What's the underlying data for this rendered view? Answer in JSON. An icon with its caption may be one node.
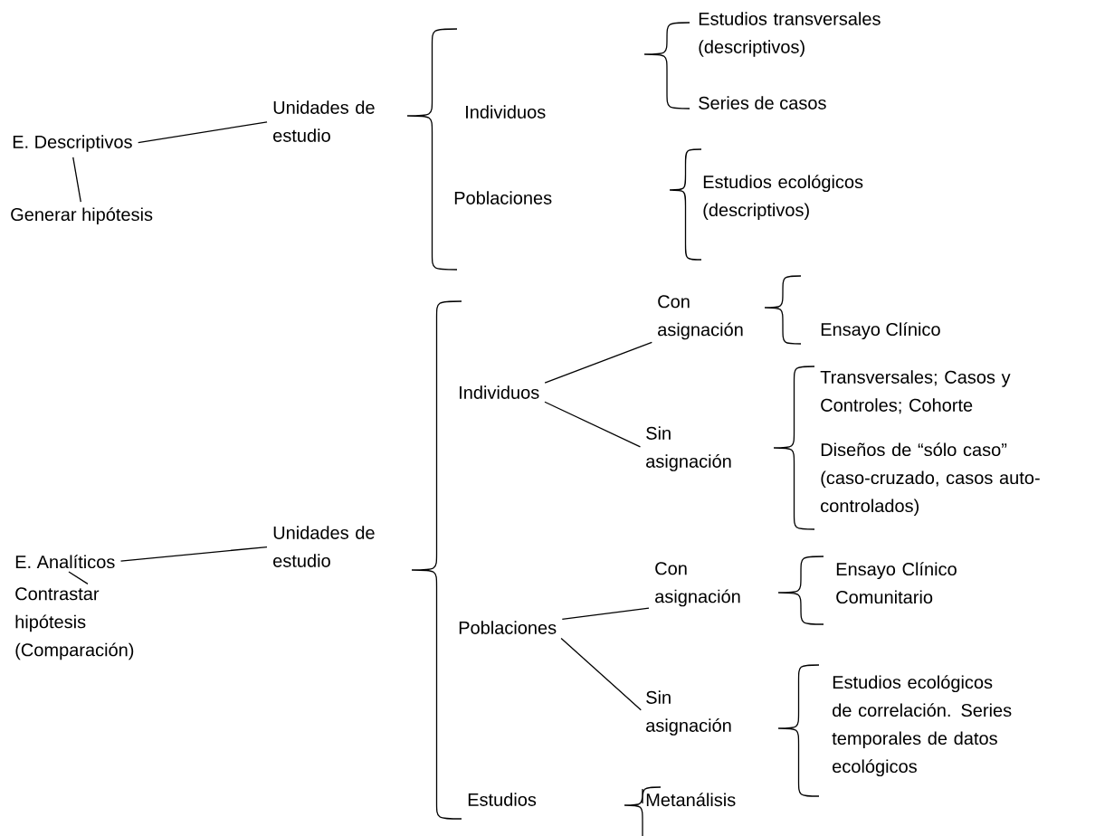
{
  "diagram": {
    "nodes": [
      {
        "text": [
          "E. Descriptivos"
        ]
      },
      {
        "text": [
          "Generar hipótesis"
        ]
      },
      {
        "text": [
          "Unidades de estudio"
        ]
      },
      {
        "text": [
          "Individuos"
        ]
      },
      {
        "text": [
          "Poblaciones"
        ]
      },
      {
        "text": [
          "Estudios transversales (descriptivos)"
        ]
      },
      {
        "text": [
          "Series de casos"
        ]
      },
      {
        "text": [
          "Estudios ecológicos (descriptivos)"
        ]
      },
      {
        "text": [
          "E. Analíticos"
        ]
      },
      {
        "text": [
          "Contrastar hipótesis (Comparación)"
        ]
      },
      {
        "text": [
          "Unidades de estudio"
        ]
      },
      {
        "text": [
          "Individuos"
        ]
      },
      {
        "text": [
          "Con asignación"
        ]
      },
      {
        "text": [
          "Ensayo Clínico"
        ]
      },
      {
        "text": [
          "Sin asignación"
        ]
      },
      {
        "text": [
          "Transversales; Casos y Controles; Cohorte"
        ]
      },
      {
        "text": [
          "Diseños de “sólo caso” (caso-cruzado, casos auto-controlados)"
        ]
      },
      {
        "text": [
          "Poblaciones"
        ]
      },
      {
        "text": [
          "Con asignación"
        ]
      },
      {
        "text": [
          "Ensayo Clínico Comunitario"
        ]
      },
      {
        "text": [
          "Sin asignación"
        ]
      },
      {
        "text": [
          "Estudios ecológicos de correlación. Series temporales de datos ecológicos"
        ]
      },
      {
        "text": [
          "Estudios"
        ]
      },
      {
        "text": [
          "Metanálisis"
        ]
      }
    ],
    "edges": [
      {
        "from": 0,
        "to": 2,
        "arrow": "none"
      },
      {
        "from": 0,
        "to": 1,
        "arrow": "none"
      },
      {
        "from": 8,
        "to": 10,
        "arrow": "none"
      },
      {
        "from": 8,
        "to": 9,
        "arrow": "none"
      },
      {
        "from": 11,
        "to": 12,
        "arrow": "none"
      },
      {
        "from": 11,
        "to": 14,
        "arrow": "none"
      },
      {
        "from": 17,
        "to": 18,
        "arrow": "none"
      },
      {
        "from": 17,
        "to": 20,
        "arrow": "none"
      }
    ]
  }
}
